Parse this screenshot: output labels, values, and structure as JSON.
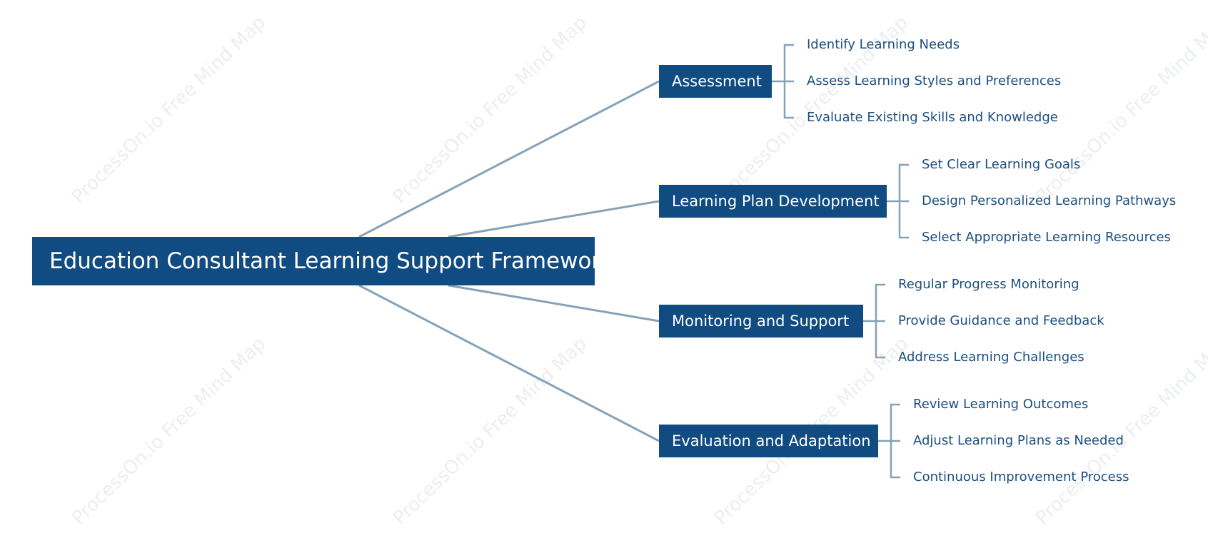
{
  "watermark": "ProcessOn.io Free Mind Map",
  "colors": {
    "node_fill": "#104b82",
    "node_text": "#ffffff",
    "leaf_text": "#1a4f82",
    "connector": "#86a2b8"
  },
  "root": {
    "label": "Education Consultant Learning Support Framework"
  },
  "branches": [
    {
      "label": "Assessment",
      "children": [
        "Identify Learning Needs",
        "Assess Learning Styles and Preferences",
        "Evaluate Existing Skills and Knowledge"
      ]
    },
    {
      "label": "Learning Plan Development",
      "children": [
        "Set Clear Learning Goals",
        "Design Personalized Learning Pathways",
        "Select Appropriate Learning Resources"
      ]
    },
    {
      "label": "Monitoring and Support",
      "children": [
        "Regular Progress Monitoring",
        "Provide Guidance and Feedback",
        "Address Learning Challenges"
      ]
    },
    {
      "label": "Evaluation and Adaptation",
      "children": [
        "Review Learning Outcomes",
        "Adjust Learning Plans as Needed",
        "Continuous Improvement Process"
      ]
    }
  ]
}
